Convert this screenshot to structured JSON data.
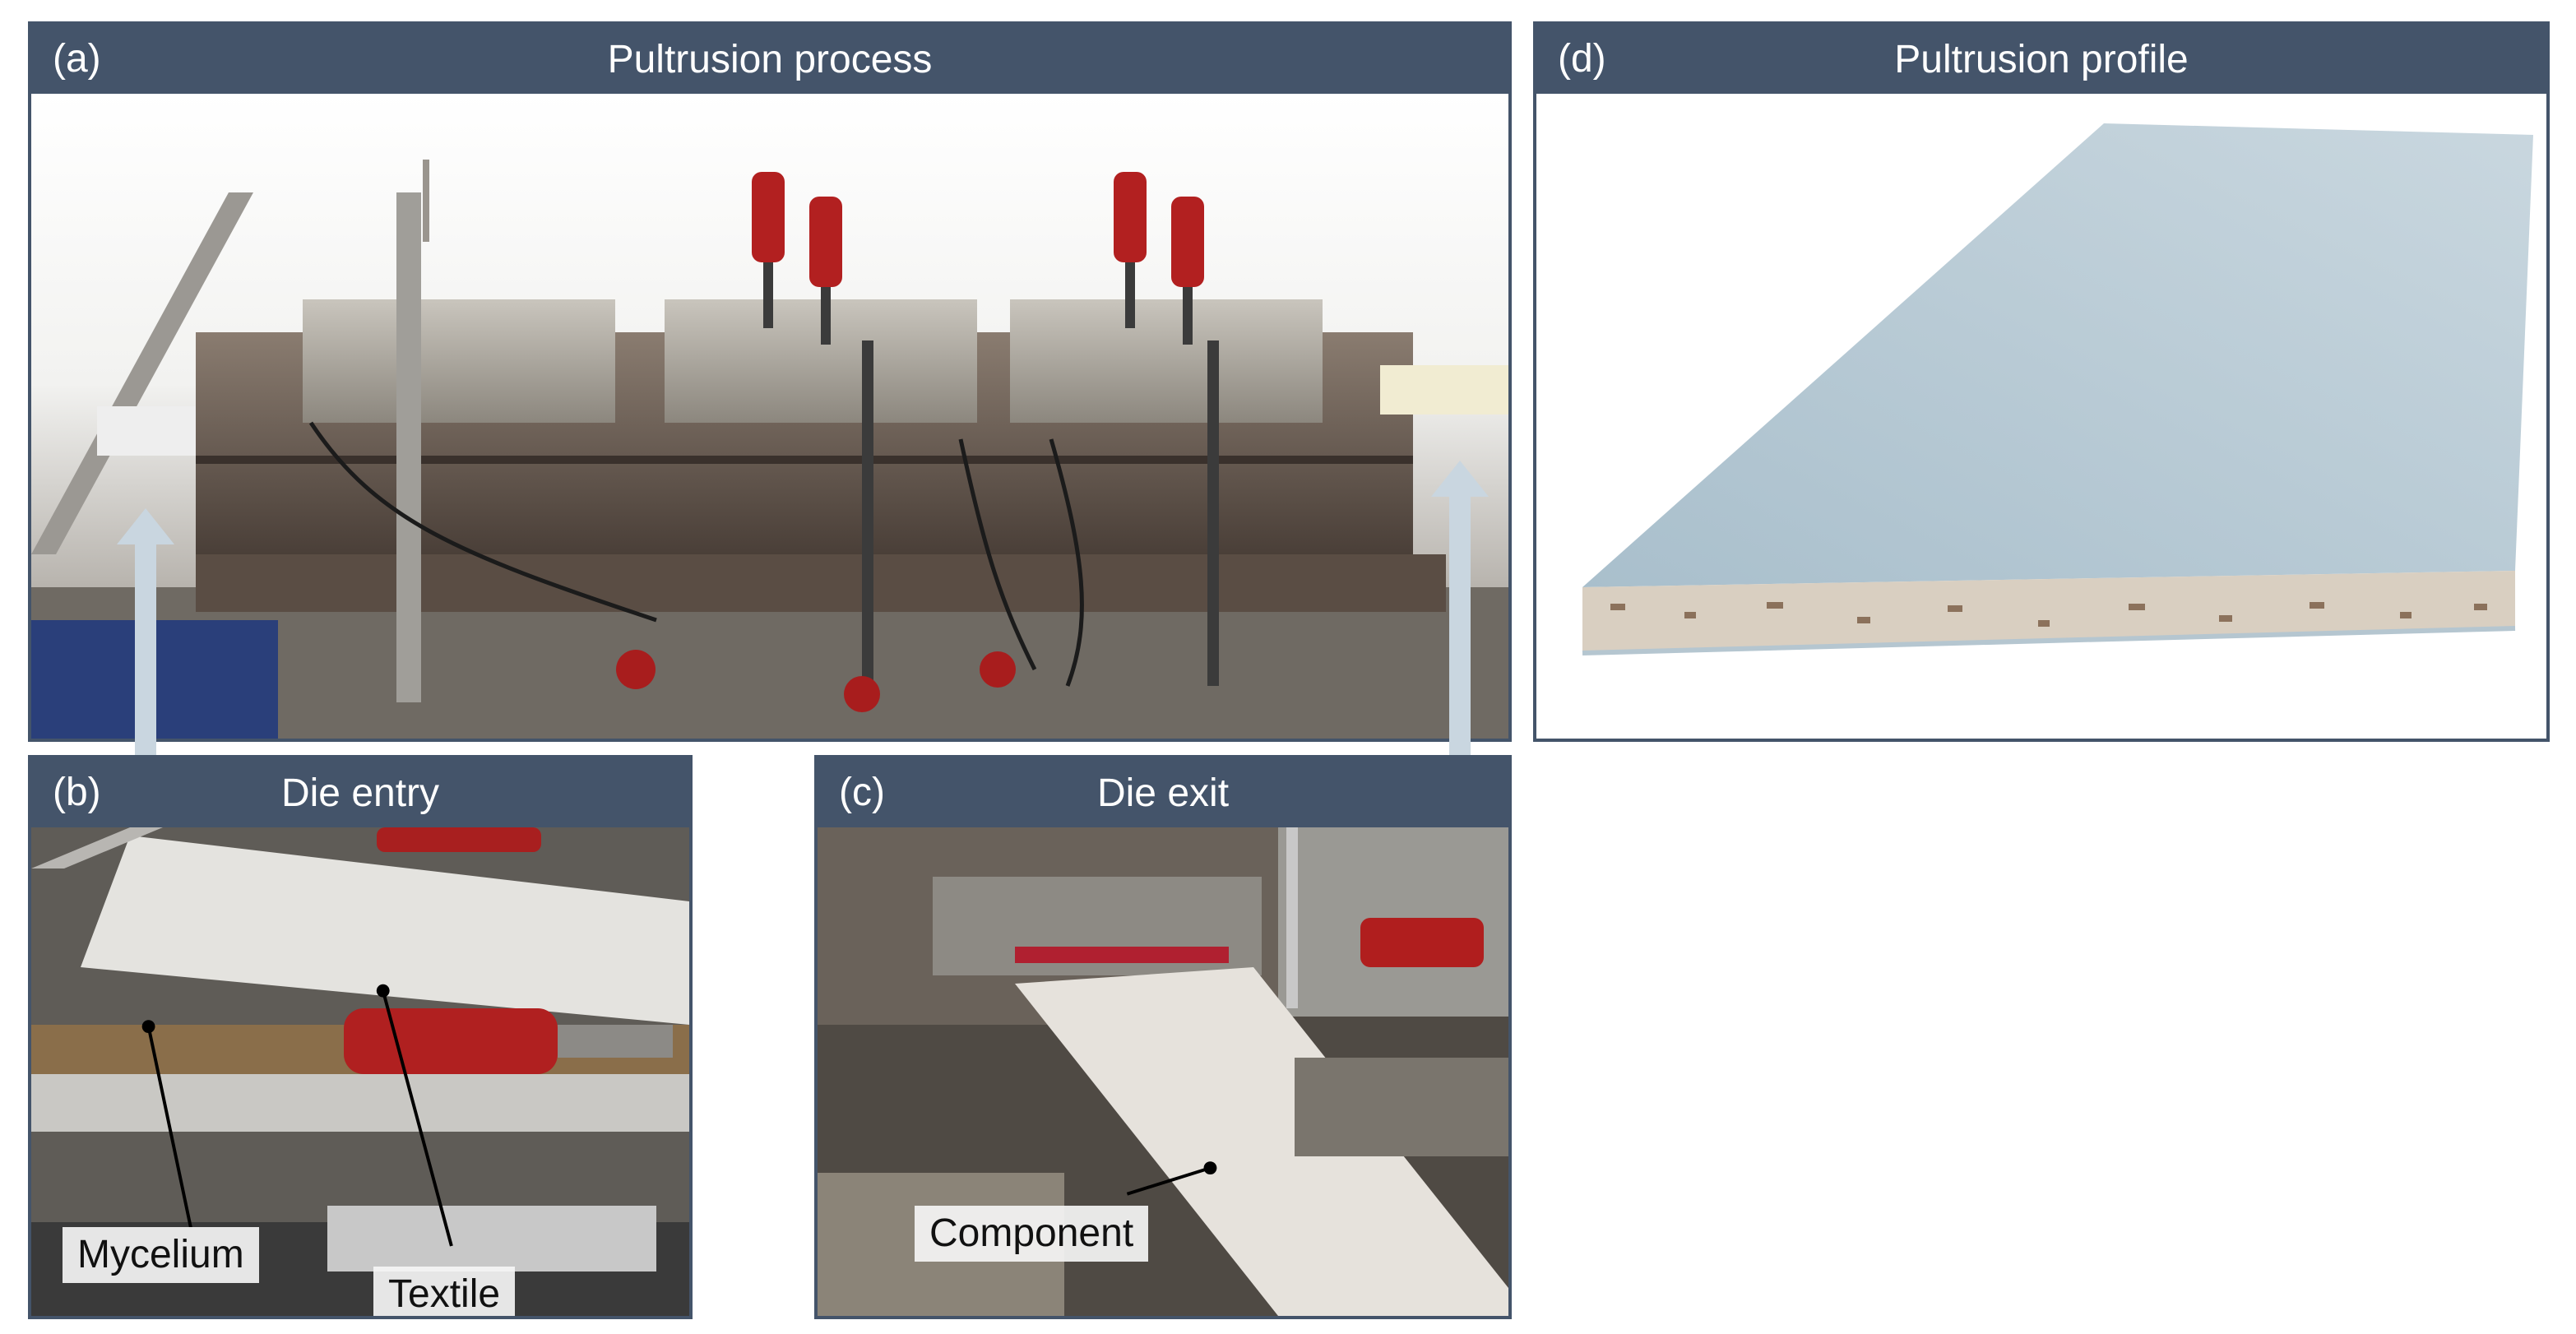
{
  "panels": {
    "a": {
      "letter": "(a)",
      "title": "Pultrusion process"
    },
    "b": {
      "letter": "(b)",
      "title": "Die entry"
    },
    "c": {
      "letter": "(c)",
      "title": "Die exit"
    },
    "d": {
      "letter": "(d)",
      "title": "Pultrusion profile"
    }
  },
  "annotations": {
    "mycelium": "Mycelium",
    "textile": "Textile",
    "component": "Component"
  },
  "colors": {
    "header": "#44546a",
    "arrow": "#c9d6e0",
    "profile": "#b6cad6"
  }
}
